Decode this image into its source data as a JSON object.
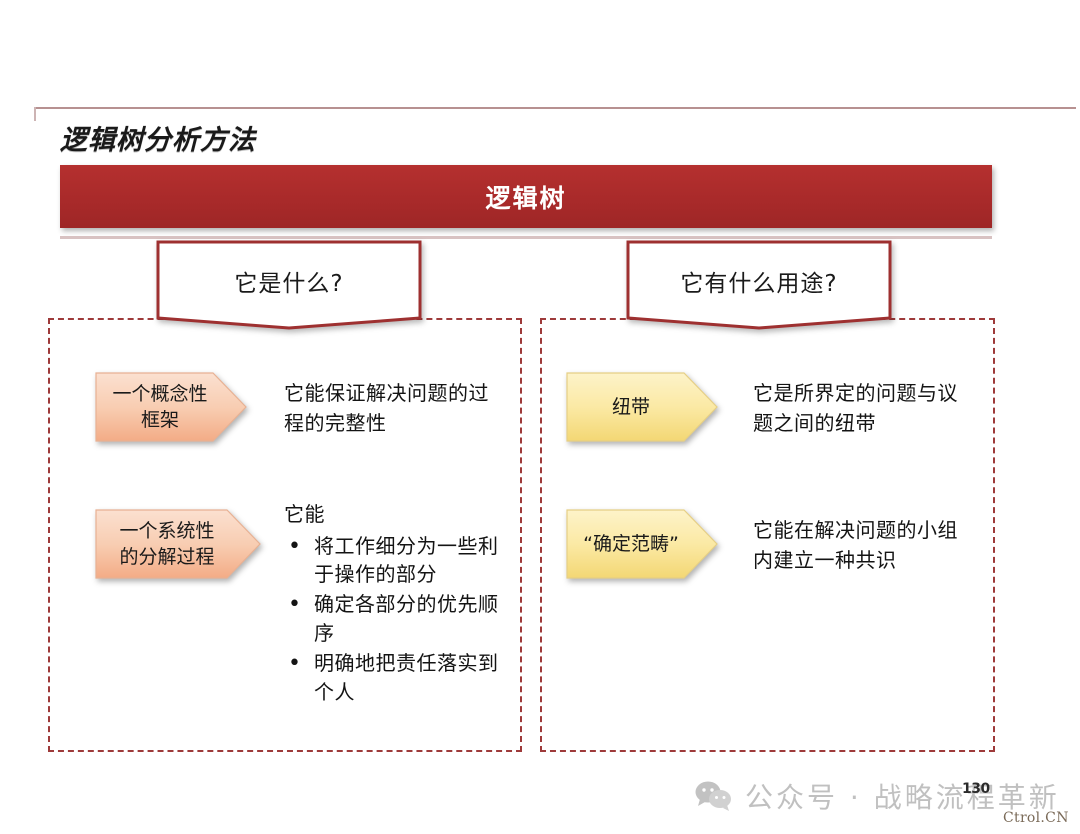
{
  "slide": {
    "title": "逻辑树分析方法",
    "banner_title": "逻辑树",
    "page_number": "130"
  },
  "branches": [
    {
      "heading": "它是什么?",
      "items": [
        {
          "tag": "一个概念性\n框架",
          "tag_line1": "一个概念性",
          "tag_line2": "框架",
          "text": "它能保证解决问题的过程的完整性",
          "bullets": []
        },
        {
          "tag_line1": "一个系统性",
          "tag_line2": "的分解过程",
          "text": "它能",
          "bullets": [
            "将工作细分为一些利于操作的部分",
            "确定各部分的优先顺序",
            "明确地把责任落实到个人"
          ]
        }
      ]
    },
    {
      "heading": "它有什么用途?",
      "items": [
        {
          "tag_line1": "纽带",
          "tag_line2": "",
          "text": "它是所界定的问题与议题之间的纽带",
          "bullets": []
        },
        {
          "tag_line1": "“确定范畴”",
          "tag_line2": "",
          "text": "它能在解决问题的小组内建立一种共识",
          "bullets": []
        }
      ]
    }
  ],
  "watermark": {
    "icon": "wechat-icon",
    "text": "公众号 · 战略流程革新",
    "source": "Ctrol.CN"
  },
  "colors": {
    "banner_red": "#a92a2a",
    "dash_red": "#9e3a3a",
    "orange_tag": "#f6c3a2",
    "yellow_tag": "#f7e08c"
  }
}
